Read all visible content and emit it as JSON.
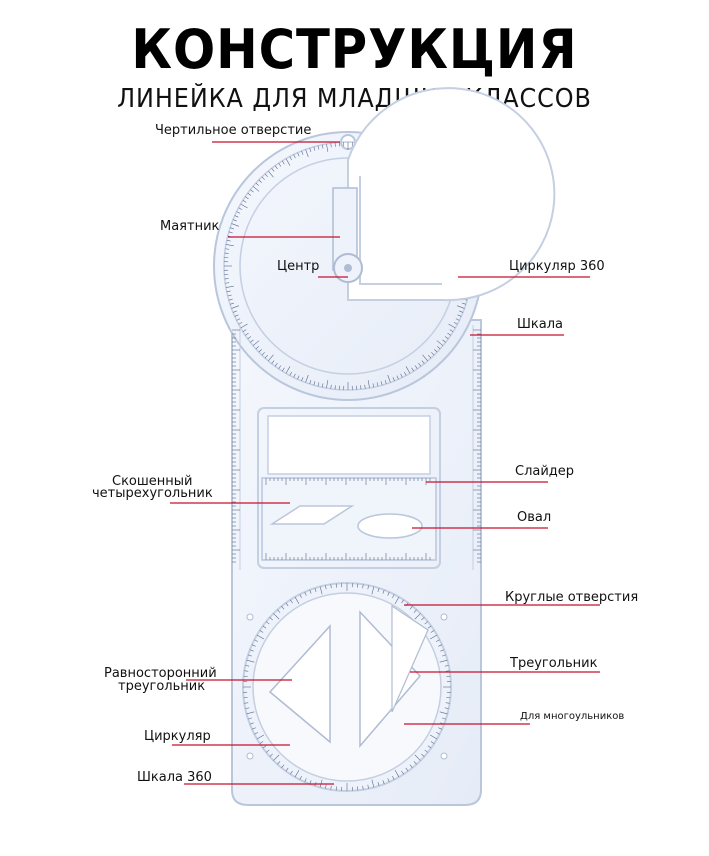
{
  "header": {
    "title": "КОНСТРУКЦИЯ",
    "subtitle": "ЛИНЕЙКА ДЛЯ МЛАДШИХ КЛАССОВ"
  },
  "labels": {
    "drawing_hole": "Чертильное отверстие",
    "pendulum": "Маятник",
    "center": "Центр",
    "circular_360": "Циркуляр 360",
    "scale": "Шкала",
    "slider": "Слайдер",
    "oval": "Овал",
    "skewed_quad_1": "Скошенный",
    "skewed_quad_2": "четырехугольник",
    "round_holes": "Круглые отверстия",
    "triangle": "Треугольник",
    "equilateral_1": "Равносторонний",
    "equilateral_2": "треугольник",
    "polygons": "Для многоульников",
    "circular": "Циркуляр",
    "scale_360": "Шкала 360"
  },
  "colors": {
    "leader_line": "#c8102e",
    "ruler_outline": "#b9c6dc",
    "tick": "#5a6a8a"
  }
}
